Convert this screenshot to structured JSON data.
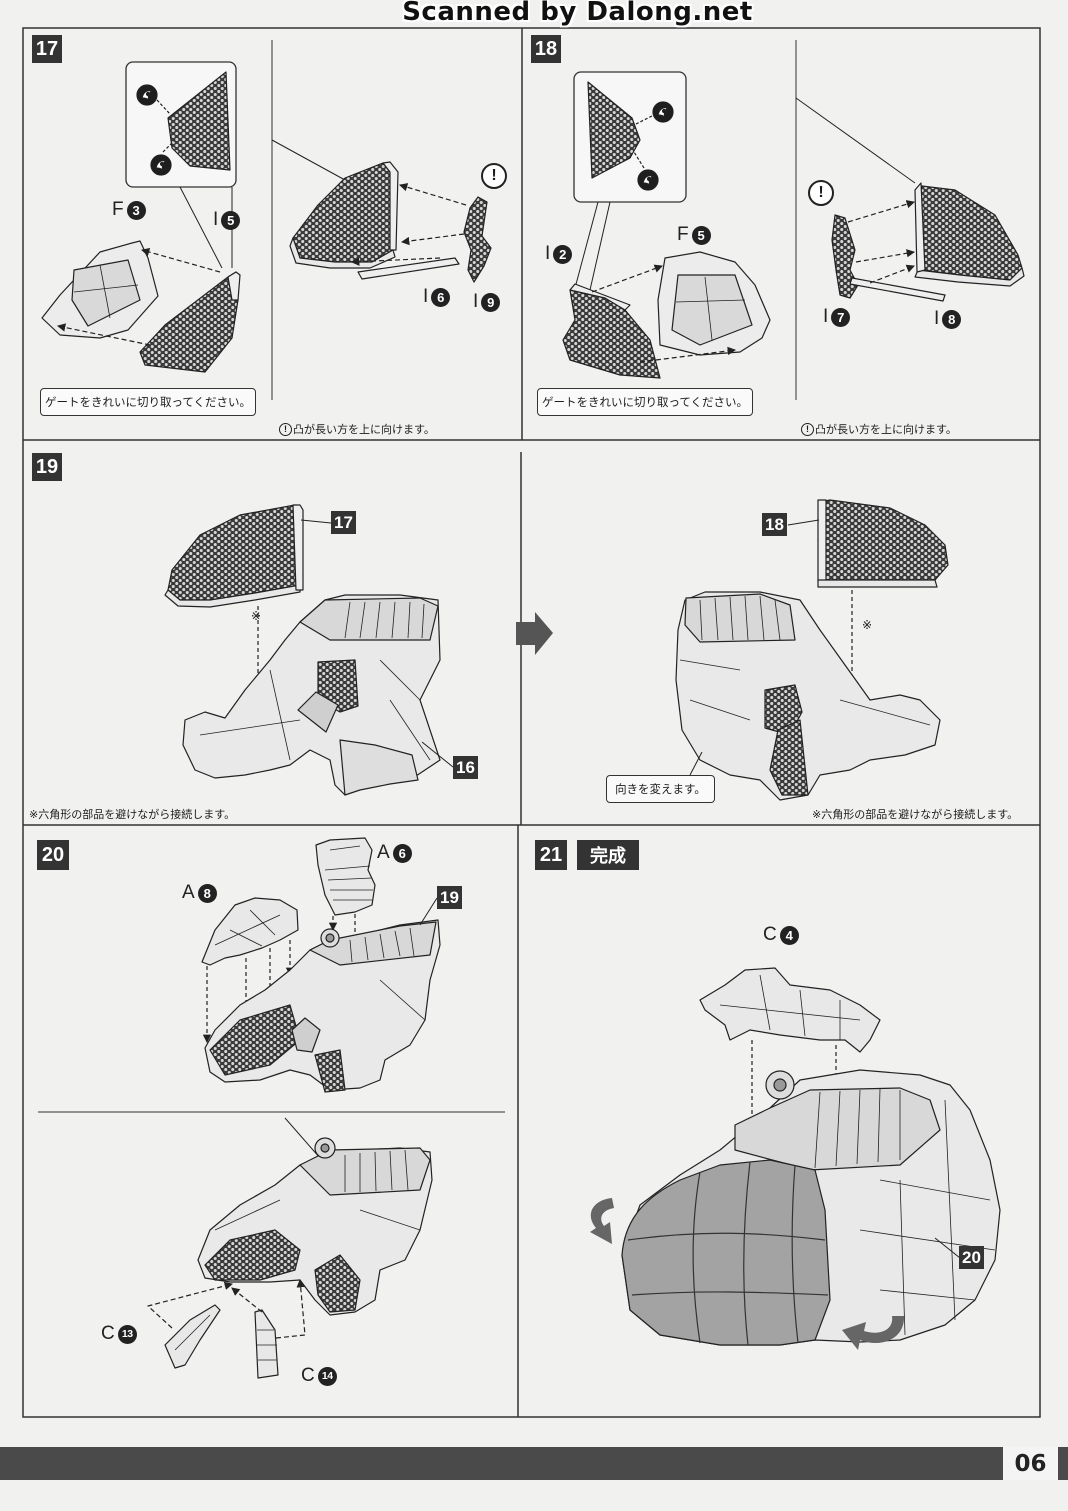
{
  "header": {
    "scan_credit": "Scanned by Dalong.net"
  },
  "colors": {
    "paper": "#f1f1f0",
    "badge_bg": "#333333",
    "footer_bar": "#4a4a4a",
    "shaded_part": "#a3a3a3"
  },
  "icons": {
    "gate_mark": "gate-cut-icon",
    "flow_arrow": "arrow-right-icon",
    "rotate": "rotate-arrow-icon"
  },
  "steps": {
    "s17": {
      "number": "17",
      "parts": [
        {
          "letter": "F",
          "num": "3"
        },
        {
          "letter": "I",
          "num": "5"
        },
        {
          "letter": "I",
          "num": "6"
        },
        {
          "letter": "I",
          "num": "9"
        }
      ],
      "attention_mark": "!",
      "callout": "ゲートをきれいに切り取ってください。",
      "note_mark": "!",
      "note": "凸が長い方を上に向けます。"
    },
    "s18": {
      "number": "18",
      "parts": [
        {
          "letter": "I",
          "num": "2"
        },
        {
          "letter": "F",
          "num": "5"
        },
        {
          "letter": "I",
          "num": "7"
        },
        {
          "letter": "I",
          "num": "8"
        }
      ],
      "attention_mark": "!",
      "callout": "ゲートをきれいに切り取ってください。",
      "note_mark": "!",
      "note": "凸が長い方を上に向けます。"
    },
    "s19": {
      "number": "19",
      "ref_left_top": "17",
      "ref_left_body": "16",
      "ref_right_top": "18",
      "mark": "※",
      "callout": "向きを変えます。",
      "note": "※六角形の部品を避けながら接続します。"
    },
    "s20": {
      "number": "20",
      "parts": [
        {
          "letter": "A",
          "num": "6"
        },
        {
          "letter": "A",
          "num": "8"
        },
        {
          "letter": "C",
          "num": "13"
        },
        {
          "letter": "C",
          "num": "14"
        }
      ],
      "ref_body": "19"
    },
    "s21": {
      "number": "21",
      "complete_label": "完成",
      "parts": [
        {
          "letter": "C",
          "num": "4"
        }
      ],
      "ref_body": "20"
    }
  },
  "footer": {
    "page_number": "06"
  }
}
